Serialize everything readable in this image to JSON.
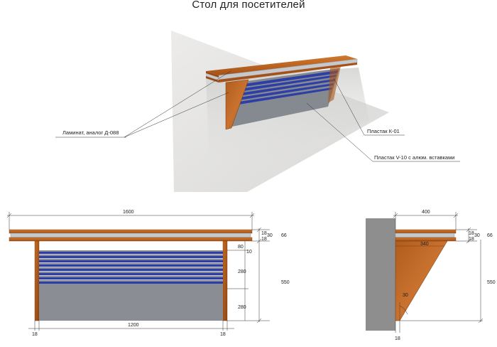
{
  "title": "Стол для посетителей",
  "callouts": {
    "laminate": "Ламинат, аналог Д-088",
    "plastic_k01": "Пластак К-01",
    "plastic_v10": "Пластак V-10 с алюм. вставками"
  },
  "front_view": {
    "width_total": "1600",
    "top_layer1": "18",
    "top_layer2": "30",
    "top_layer3": "18",
    "top_total": "66",
    "recess": "80",
    "gap": "10",
    "panel_upper": "280",
    "panel_lower": "280",
    "height": "550",
    "leg_left": "18",
    "leg_right": "18",
    "panel_width": "1200"
  },
  "side_view": {
    "depth": "400",
    "top_layer1": "18",
    "top_layer2": "30",
    "top_layer3": "18",
    "top_total": "66",
    "bracket_width": "340",
    "angle": "30",
    "height": "550",
    "bottom": "18"
  },
  "colors": {
    "wood": "#b8621f",
    "wood_dark": "#8f4512",
    "aluminium": "#c6c8cc",
    "panel_grey": "#8a8d93",
    "stripe_blue": "#2d3fa6",
    "wall": "#e3e3e1"
  }
}
